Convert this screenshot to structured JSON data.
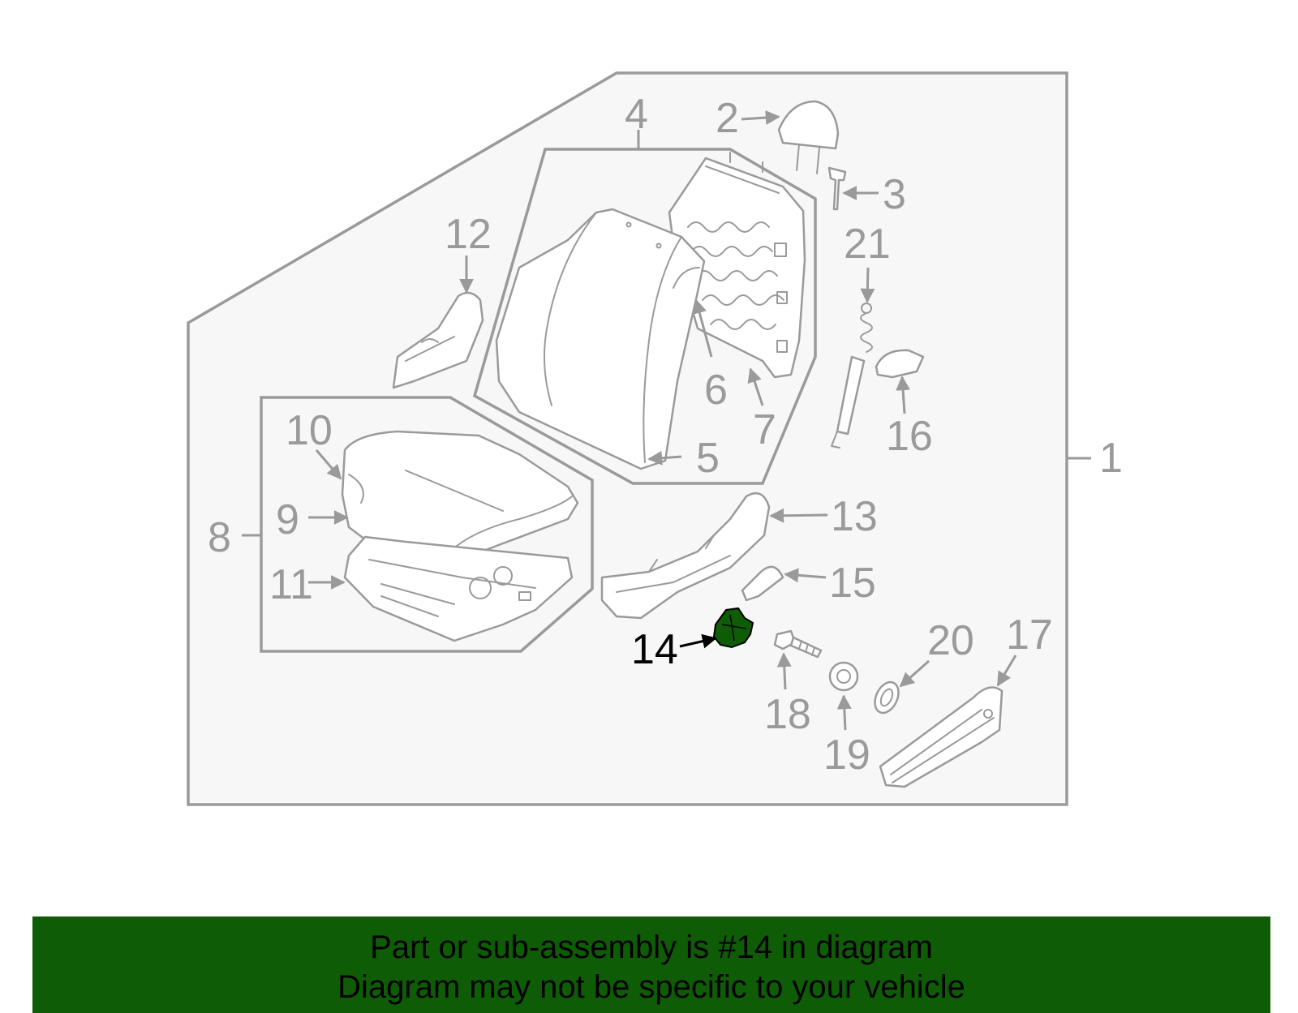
{
  "diagram": {
    "callouts": {
      "c1": "1",
      "c2": "2",
      "c3": "3",
      "c4": "4",
      "c5": "5",
      "c6": "6",
      "c7": "7",
      "c8": "8",
      "c9": "9",
      "c10": "10",
      "c11": "11",
      "c12": "12",
      "c13": "13",
      "c14": "14",
      "c15": "15",
      "c16": "16",
      "c17": "17",
      "c18": "18",
      "c19": "19",
      "c20": "20",
      "c21": "21"
    },
    "highlight_color": "#0e5c05",
    "line_color": "#9a9a9a",
    "background_color": "#f7f7f7"
  },
  "banner": {
    "line1": "Part or sub-assembly is #14 in diagram",
    "line2": "Diagram may not be specific to your vehicle",
    "background_color": "#0e5c05"
  }
}
